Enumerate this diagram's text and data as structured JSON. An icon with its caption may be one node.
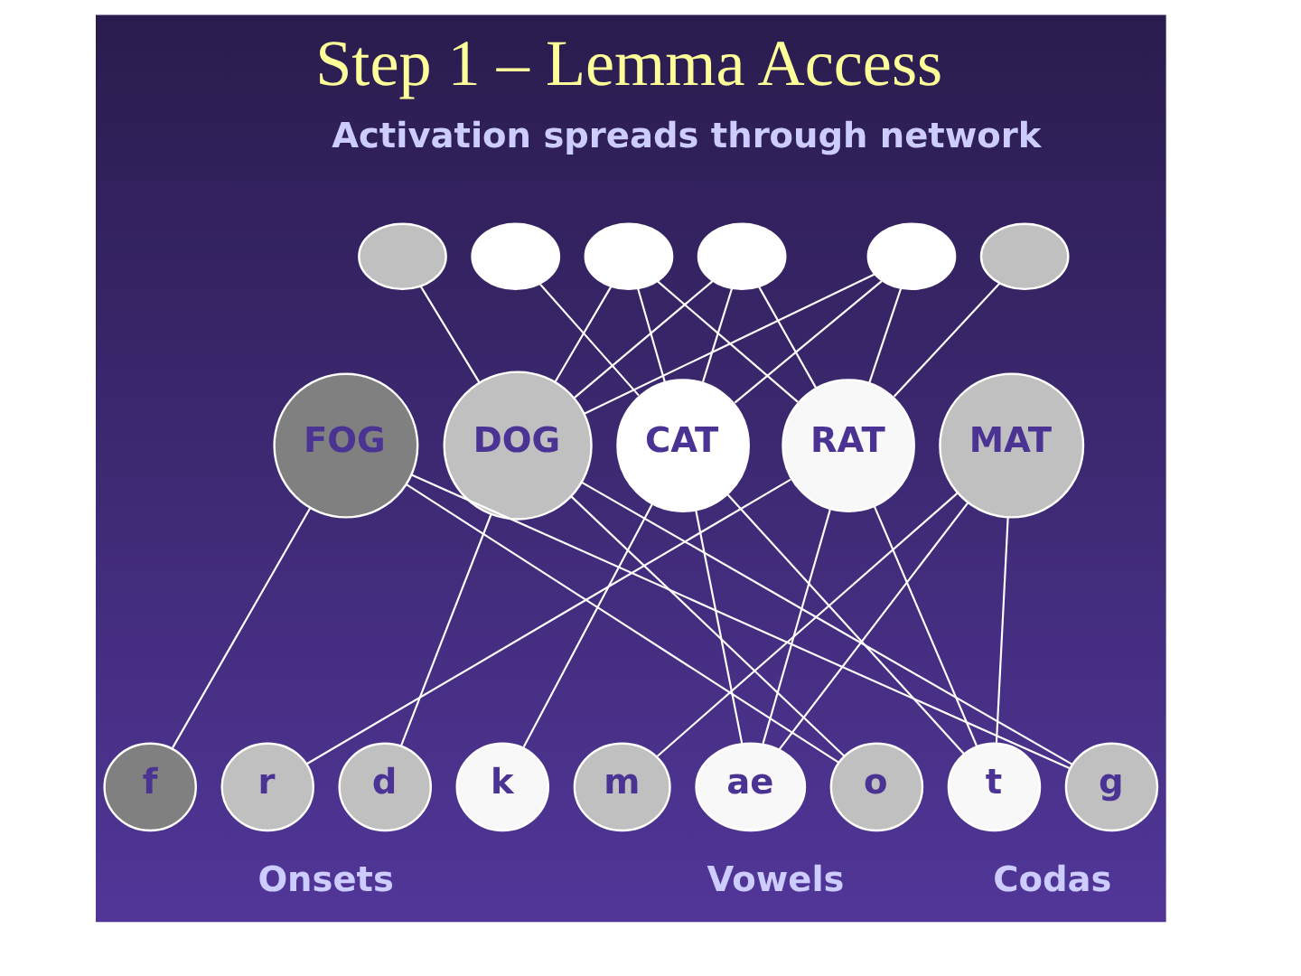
{
  "diagram": {
    "title": "Step 1 – Lemma Access",
    "nodes": [
      {
        "text": [],
        "shape": "ellipse"
      },
      {
        "text": [],
        "shape": "ellipse"
      },
      {
        "text": [],
        "shape": "ellipse"
      },
      {
        "text": [],
        "shape": "ellipse"
      },
      {
        "text": [],
        "shape": "ellipse"
      },
      {
        "text": [],
        "shape": "ellipse"
      },
      {
        "text": [
          "FOG"
        ]
      },
      {
        "text": [
          "DOG"
        ]
      },
      {
        "text": [
          "CAT"
        ]
      },
      {
        "text": [
          "RAT"
        ]
      },
      {
        "text": [
          "MAT"
        ]
      },
      {
        "text": [
          "f"
        ]
      },
      {
        "text": [
          "r"
        ]
      },
      {
        "text": [
          "d"
        ]
      },
      {
        "text": [
          "k"
        ]
      },
      {
        "text": [
          "m"
        ]
      },
      {
        "text": [
          "ae"
        ]
      },
      {
        "text": [
          "o"
        ]
      },
      {
        "text": [
          "t"
        ]
      },
      {
        "text": [
          "g"
        ]
      }
    ],
    "edges": [
      {
        "from": 0,
        "to": 7,
        "arrow": "none"
      },
      {
        "from": 1,
        "to": 8,
        "arrow": "none"
      },
      {
        "from": 2,
        "to": 7,
        "arrow": "none"
      },
      {
        "from": 2,
        "to": 8,
        "arrow": "none"
      },
      {
        "from": 2,
        "to": 9,
        "arrow": "none"
      },
      {
        "from": 3,
        "to": 7,
        "arrow": "none"
      },
      {
        "from": 3,
        "to": 8,
        "arrow": "none"
      },
      {
        "from": 3,
        "to": 9,
        "arrow": "none"
      },
      {
        "from": 4,
        "to": 7,
        "arrow": "none"
      },
      {
        "from": 4,
        "to": 8,
        "arrow": "none"
      },
      {
        "from": 4,
        "to": 9,
        "arrow": "none"
      },
      {
        "from": 5,
        "to": 9,
        "arrow": "none"
      },
      {
        "from": 6,
        "to": 11,
        "arrow": "none"
      },
      {
        "from": 6,
        "to": 17,
        "arrow": "none"
      },
      {
        "from": 6,
        "to": 19,
        "arrow": "none"
      },
      {
        "from": 7,
        "to": 13,
        "arrow": "none"
      },
      {
        "from": 7,
        "to": 17,
        "arrow": "none"
      },
      {
        "from": 7,
        "to": 19,
        "arrow": "none"
      },
      {
        "from": 8,
        "to": 14,
        "arrow": "none"
      },
      {
        "from": 8,
        "to": 16,
        "arrow": "none"
      },
      {
        "from": 8,
        "to": 18,
        "arrow": "none"
      },
      {
        "from": 9,
        "to": 12,
        "arrow": "none"
      },
      {
        "from": 9,
        "to": 16,
        "arrow": "none"
      },
      {
        "from": 9,
        "to": 18,
        "arrow": "none"
      },
      {
        "from": 10,
        "to": 15,
        "arrow": "none"
      },
      {
        "from": 10,
        "to": 16,
        "arrow": "none"
      },
      {
        "from": 10,
        "to": 18,
        "arrow": "none"
      }
    ],
    "labels": [
      "Activation spreads through network",
      "Onsets",
      "Vowels",
      "Codas"
    ]
  }
}
